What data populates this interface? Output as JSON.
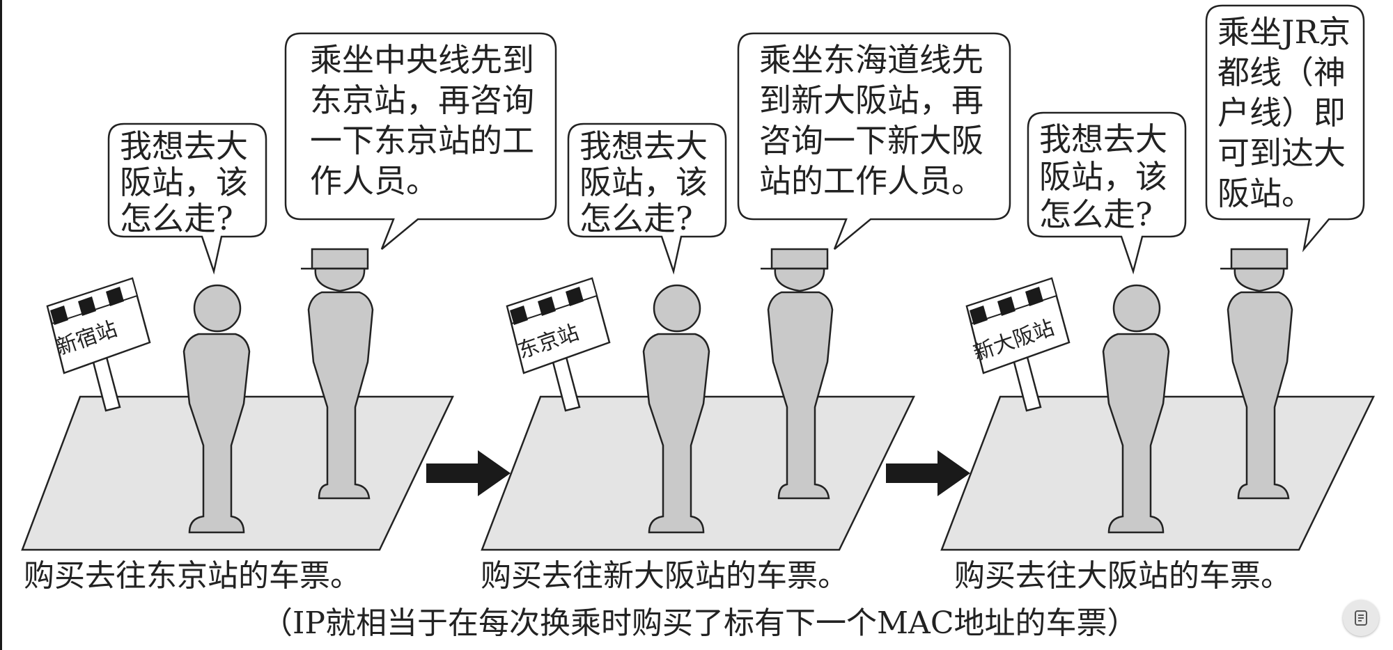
{
  "scenes": [
    {
      "sign": "新宿站",
      "traveler_speech": [
        "我想去大",
        "阪站，该",
        "怎么走?"
      ],
      "staff_speech": [
        "乘坐中央线先到",
        "东京站，再咨询",
        "一下东京站的工",
        "作人员。"
      ],
      "caption": "购买去往东京站的车票。"
    },
    {
      "sign": "东京站",
      "traveler_speech": [
        "我想去大",
        "阪站，该",
        "怎么走?"
      ],
      "staff_speech": [
        "乘坐东海道线先",
        "到新大阪站，再",
        "咨询一下新大阪",
        "站的工作人员。"
      ],
      "caption": "购买去往新大阪站的车票。"
    },
    {
      "sign": "新大阪站",
      "traveler_speech": [
        "我想去大",
        "阪站，该",
        "怎么走?"
      ],
      "staff_speech": [
        "乘坐JR京",
        "都线（神",
        "户线）即",
        "可到达大",
        "阪站。"
      ],
      "caption": "购买去往大阪站的车票。"
    }
  ],
  "bottom_note": "（IP就相当于在每次换乘时购买了标有下一个MAC地址的车票）",
  "icons": {
    "arrows": "right-arrow-icon",
    "corner_button": "document-menu-icon"
  },
  "colors": {
    "platform_fill": "#e4e4e4",
    "figure_fill": "#c9c9c9",
    "outline": "#222222",
    "arrow": "#1a1a1a"
  }
}
